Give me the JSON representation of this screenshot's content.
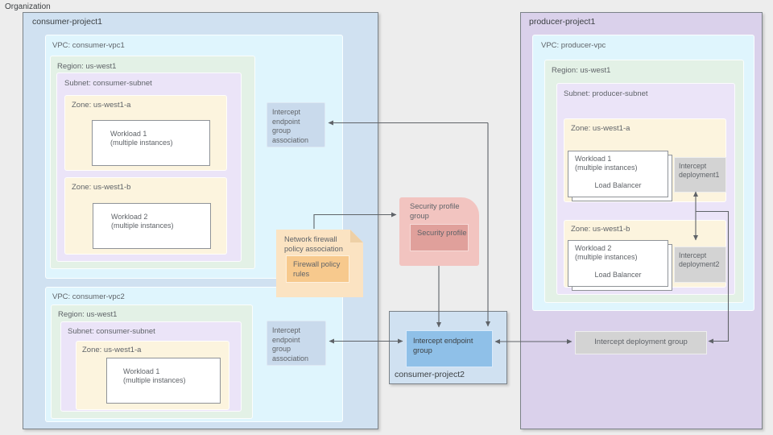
{
  "organization": {
    "label": "Organization"
  },
  "consumer_project1": {
    "title": "consumer-project1",
    "vpc1": {
      "title": "VPC: consumer-vpc1",
      "region": {
        "title": "Region: us-west1",
        "subnet": {
          "title": "Subnet: consumer-subnet",
          "zone_a": {
            "title": "Zone: us-west1-a",
            "workload": {
              "line1": "Workload 1",
              "line2": "(multiple instances)"
            }
          },
          "zone_b": {
            "title": "Zone: us-west1-b",
            "workload": {
              "line1": "Workload 2",
              "line2": "(multiple instances)"
            }
          }
        }
      }
    },
    "vpc2": {
      "title": "VPC: consumer-vpc2",
      "region": {
        "title": "Region: us-west1",
        "subnet": {
          "title": "Subnet: consumer-subnet",
          "zone_a": {
            "title": "Zone: us-west1-a",
            "workload": {
              "line1": "Workload 1",
              "line2": "(multiple instances)"
            }
          }
        }
      }
    },
    "assoc1": {
      "label": "Intercept endpoint group association"
    },
    "assoc2": {
      "label": "Intercept endpoint group association"
    }
  },
  "firewall_policy": {
    "title": "Network firewall policy association",
    "rules_label": "Firewall policy rules"
  },
  "security_profile_group": {
    "title": "Security profile group",
    "profile_label": "Security profile"
  },
  "consumer_project2": {
    "title": "consumer-project2",
    "endpoint_group": "Intercept endpoint group"
  },
  "producer_project1": {
    "title": "producer-project1",
    "vpc": {
      "title": "VPC: producer-vpc",
      "region": {
        "title": "Region: us-west1",
        "subnet": {
          "title": "Subnet: producer-subnet",
          "zone_a": {
            "title": "Zone: us-west1-a",
            "workload": {
              "line1": "Workload 1",
              "line2": "(multiple instances)",
              "load_balancer": "Load Balancer"
            },
            "deployment": "Intercept deployment1"
          },
          "zone_b": {
            "title": "Zone: us-west1-b",
            "workload": {
              "line1": "Workload 2",
              "line2": "(multiple instances)",
              "load_balancer": "Load Balancer"
            },
            "deployment": "Intercept deployment2"
          }
        }
      }
    },
    "deployment_group": "Intercept deployment group"
  },
  "colors": {
    "canvas_bg": "#EDEDED",
    "project_blue": "#D0E1F1",
    "vpc_cyan": "#DFF5FD",
    "region_green": "#E3F1E6",
    "subnet_purple": "#EBE4F8",
    "zone_cream": "#FCF4DE",
    "association_blue": "#C9DAEC",
    "firewall_tan": "#FBE3C2",
    "firewall_rules_orange": "#F7C98D",
    "security_pink": "#F2C4C0",
    "security_profile_rose": "#E0A09B",
    "endpoint_group_blue": "#8FC0E8",
    "producer_purple": "#DAD1EB",
    "deployment_gray": "#D3D3D3",
    "line_gray": "#5F6368"
  }
}
